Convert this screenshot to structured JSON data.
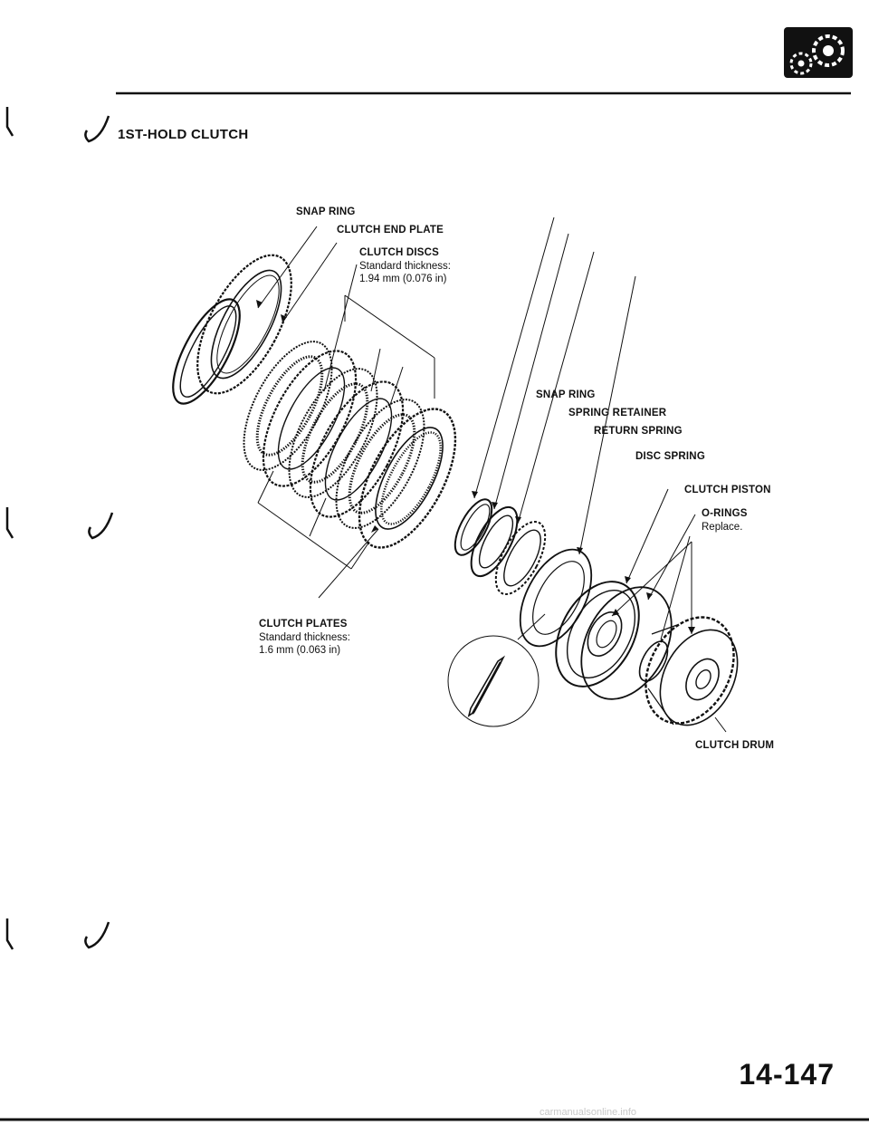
{
  "page": {
    "section_title": "1ST-HOLD CLUTCH",
    "page_number": "14-147",
    "watermark": "carmanualsonline.info",
    "header_icon": "gear-assembly-icon"
  },
  "labels": {
    "snap_ring_1": "SNAP RING",
    "clutch_end_plate": "CLUTCH END PLATE",
    "clutch_discs": "CLUTCH DISCS",
    "clutch_discs_thickness_1": "Standard thickness:",
    "clutch_discs_thickness_2": "1.94 mm (0.076 in)",
    "snap_ring_2": "SNAP RING",
    "spring_retainer": "SPRING RETAINER",
    "return_spring": "RETURN SPRING",
    "disc_spring": "DISC SPRING",
    "clutch_piston": "CLUTCH PISTON",
    "o_rings": "O-RINGS",
    "o_rings_note": "Replace.",
    "clutch_plates": "CLUTCH PLATES",
    "clutch_plates_thickness_1": "Standard thickness:",
    "clutch_plates_thickness_2": "1.6 mm (0.063 in)",
    "clutch_drum": "CLUTCH DRUM"
  }
}
